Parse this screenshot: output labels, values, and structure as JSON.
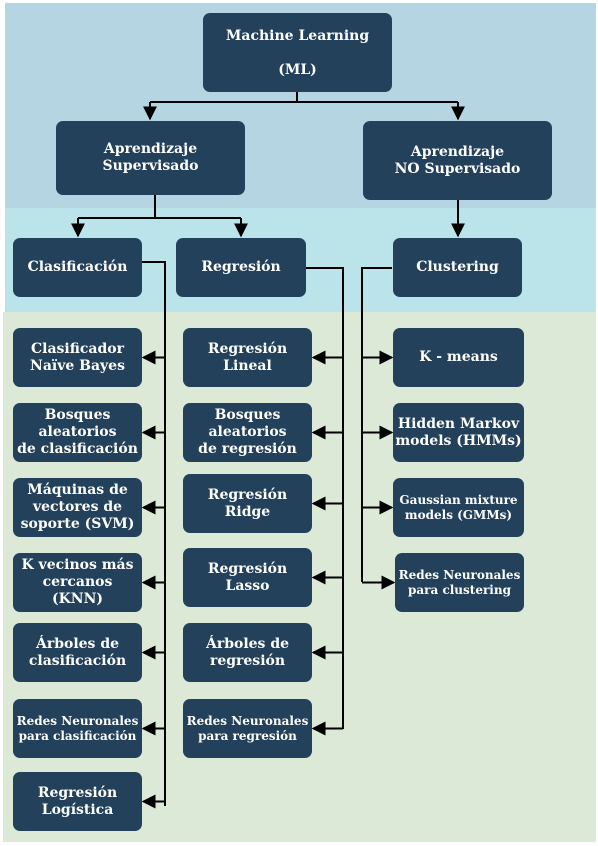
{
  "colors": {
    "band_top": "#b5d5e2",
    "band_mid": "#bbe4ea",
    "band_bottom": "#dbe9d6",
    "node_fill": "#23415a",
    "node_text": "#ffffff",
    "edge": "#000000"
  },
  "nodes": {
    "ml": "Machine Learning\n(ML)",
    "supervised": "Aprendizaje\nSupervisado",
    "unsupervised": "Aprendizaje\nNO Supervisado",
    "classification": "Clasificación",
    "regression": "Regresión",
    "clustering": "Clustering"
  },
  "classification_items": [
    "Clasificador\nNaïve Bayes",
    "Bosques\naleatorios\nde clasificación",
    "Máquinas de\nvectores de\nsoporte (SVM)",
    "K vecinos más\ncercanos (KNN)",
    "Árboles de\nclasificación",
    "Redes Neuronales\npara clasificación",
    "Regresión\nLogística"
  ],
  "regression_items": [
    "Regresión\nLineal",
    "Bosques\naleatorios\nde regresión",
    "Regresión\nRidge",
    "Regresión\nLasso",
    "Árboles de\nregresión",
    "Redes Neuronales\npara regresión"
  ],
  "clustering_items": [
    "K - means",
    "Hidden Markov\nmodels (HMMs)",
    "Gaussian mixture\nmodels (GMMs)",
    "Redes Neuronales\npara clustering"
  ]
}
